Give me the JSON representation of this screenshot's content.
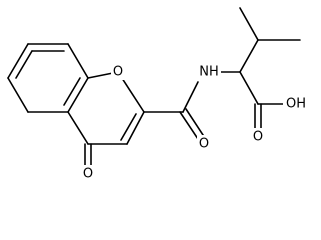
{
  "molecule": {
    "atoms": {
      "ring_oxygen": "O",
      "ketone_oxygen": "O",
      "amide_oxygen": "O",
      "amide_nitrogen": "NH",
      "acid_hydroxyl": "OH",
      "acid_carbonyl_oxygen": "O"
    }
  }
}
